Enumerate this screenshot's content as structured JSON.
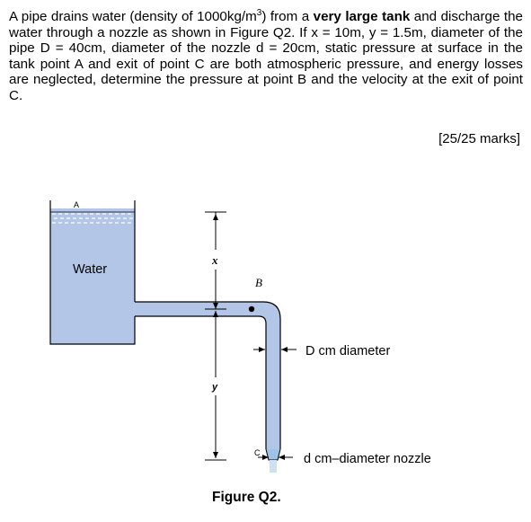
{
  "question": {
    "part1": "A pipe drains water (density of 1000kg/m",
    "sup": "3",
    "part2": ") from a ",
    "bold1": "very large tank",
    "part3": " and discharge the water through a nozzle as shown in Figure Q2. If x = 10m, y = 1.5m, diameter of the pipe D = 40cm, diameter of the nozzle d = 20cm, static pressure at surface in the tank point A and exit of point C are both atmospheric pressure, and energy losses are neglected, determine the pressure at point B and the velocity at the exit of point C."
  },
  "marks": "[25/25 marks]",
  "figure": {
    "label_A": "A",
    "label_water": "Water",
    "label_x": "x",
    "label_B": "B",
    "label_y": "y",
    "label_C": "C",
    "label_D": "D cm diameter",
    "label_d": "d cm–diameter nozzle",
    "caption": "Figure Q2.",
    "colors": {
      "water": "#b4c6e7",
      "stroke": "#000000",
      "nozzle": "#9dc3e6"
    }
  }
}
